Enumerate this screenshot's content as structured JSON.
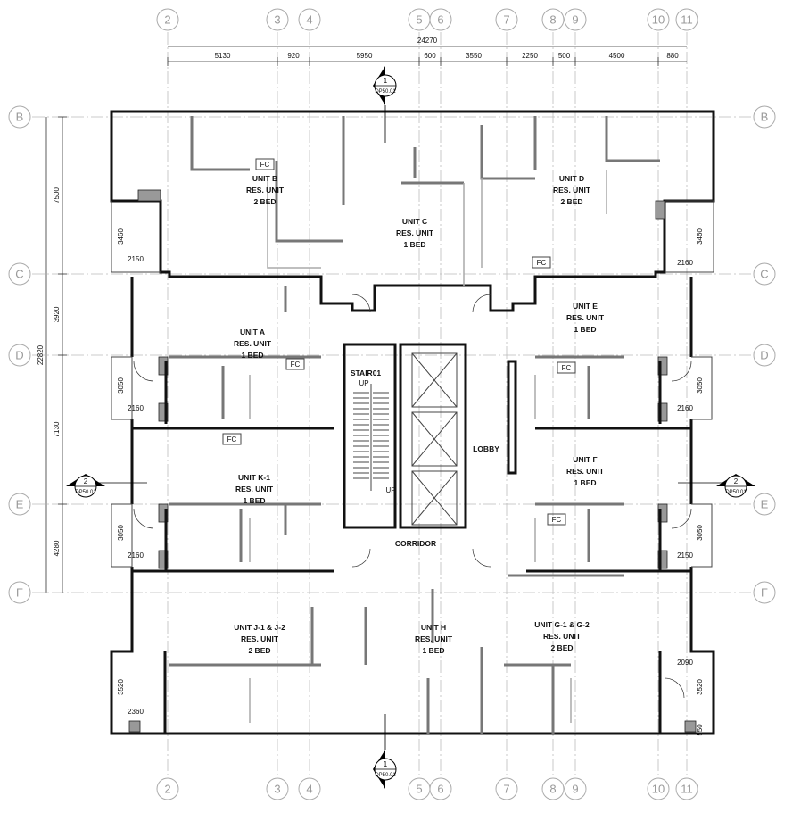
{
  "grid": {
    "columns": [
      "2",
      "3",
      "4",
      "5",
      "6",
      "7",
      "8",
      "9",
      "10",
      "11"
    ],
    "rows": [
      "B",
      "C",
      "D",
      "E",
      "F"
    ]
  },
  "dimensions": {
    "top_total": "24270",
    "top_segments": [
      "5130",
      "920",
      "5950",
      "600",
      "3550",
      "2250",
      "500",
      "4500",
      "880"
    ],
    "left_total": "22820",
    "left_segments": [
      "7500",
      "3920",
      "7130",
      "4280"
    ],
    "left_balconies": [
      {
        "height": "3460",
        "width": "2150"
      },
      {
        "height": "3050",
        "width": "2160"
      },
      {
        "height": "3050",
        "width": "2160"
      },
      {
        "height": "3520",
        "width": "2360"
      }
    ],
    "right_balconies": [
      {
        "height": "3460",
        "width": "2160"
      },
      {
        "height": "3050",
        "width": "2160"
      },
      {
        "height": "3050",
        "width": "2150"
      },
      {
        "height": "3520",
        "width": "2090"
      }
    ],
    "corner": "550"
  },
  "section_markers": {
    "top": {
      "number": "1",
      "sheet": "DP50.01"
    },
    "bottom": {
      "number": "1",
      "sheet": "DP50.01"
    },
    "left": {
      "number": "2",
      "sheet": "DP50.01"
    },
    "right": {
      "number": "2",
      "sheet": "DP50.01"
    }
  },
  "units": [
    {
      "name": "UNIT B",
      "type": "RES. UNIT",
      "beds": "2 BED"
    },
    {
      "name": "UNIT C",
      "type": "RES. UNIT",
      "beds": "1 BED"
    },
    {
      "name": "UNIT D",
      "type": "RES. UNIT",
      "beds": "2 BED"
    },
    {
      "name": "UNIT A",
      "type": "RES. UNIT",
      "beds": "1 BED"
    },
    {
      "name": "UNIT E",
      "type": "RES. UNIT",
      "beds": "1 BED"
    },
    {
      "name": "UNIT K-1",
      "type": "RES. UNIT",
      "beds": "1 BED"
    },
    {
      "name": "UNIT F",
      "type": "RES. UNIT",
      "beds": "1 BED"
    },
    {
      "name": "UNIT J-1 & J-2",
      "type": "RES. UNIT",
      "beds": "2 BED"
    },
    {
      "name": "UNIT H",
      "type": "RES. UNIT",
      "beds": "1 BED"
    },
    {
      "name": "UNIT G-1 & G-2",
      "type": "RES. UNIT",
      "beds": "2 BED"
    }
  ],
  "core": {
    "stair": "STAIR01",
    "up1": "UP",
    "up2": "UP",
    "lobby": "LOBBY",
    "corridor": "CORRIDOR",
    "fc": "FC"
  }
}
